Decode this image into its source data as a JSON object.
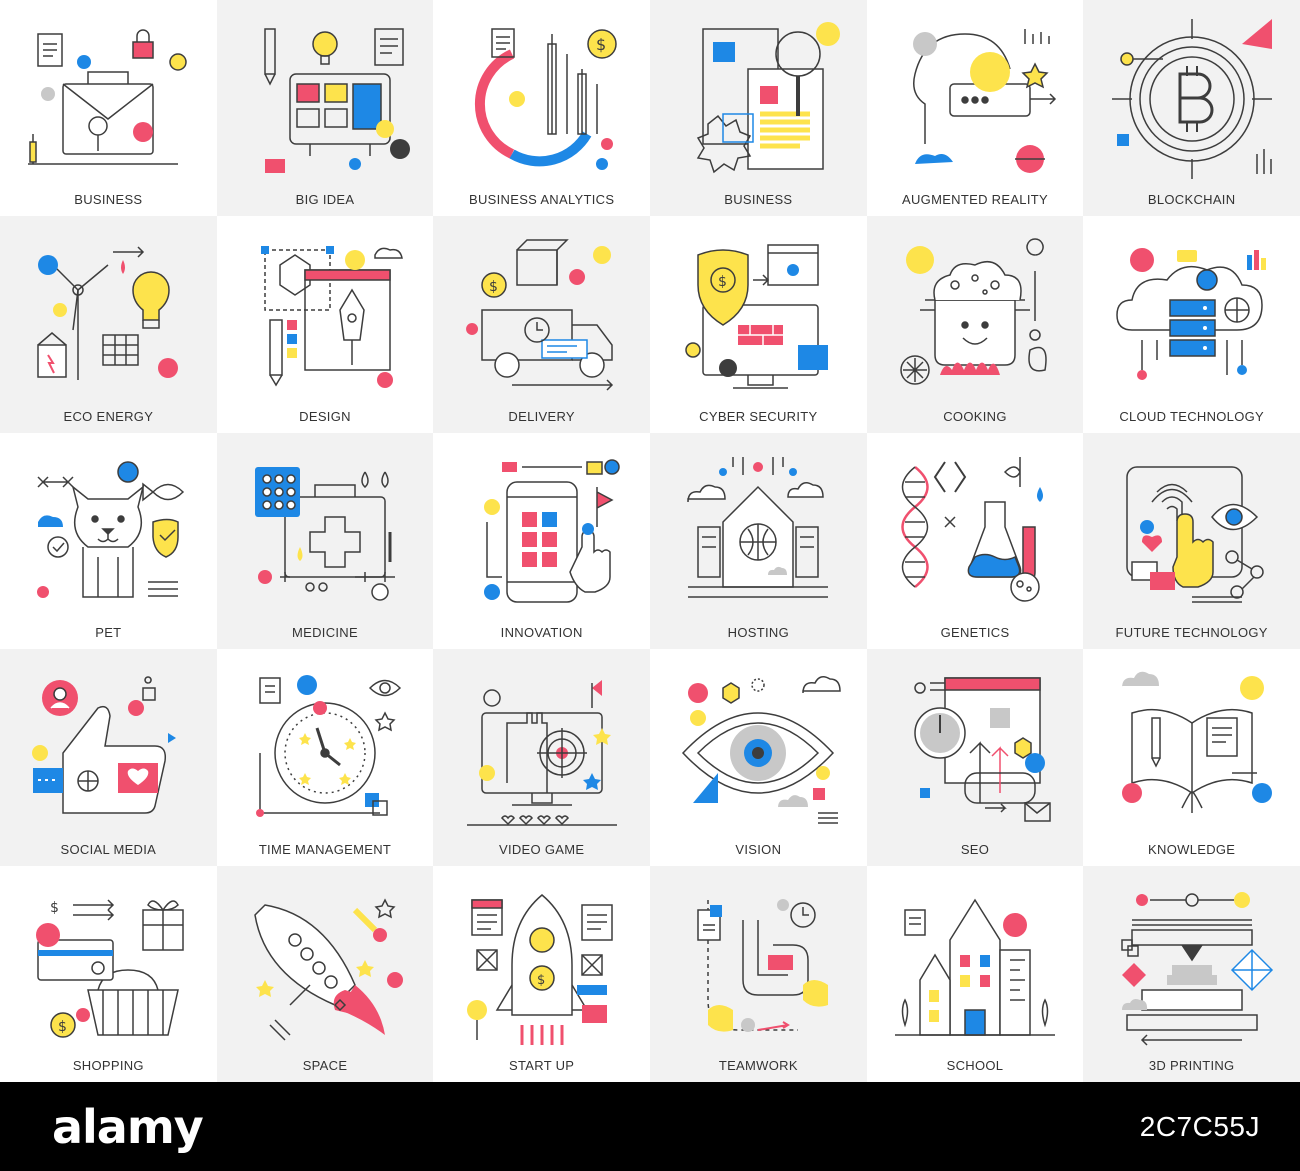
{
  "palette": {
    "stroke": "#3d3d3d",
    "red": "#f0506e",
    "blue": "#1e88e5",
    "yellow": "#fde34c",
    "grey": "#c8c8c8",
    "tile_light": "#ffffff",
    "tile_grey": "#f2f2f2",
    "footer_bg": "#000000"
  },
  "tiles": [
    {
      "label": "BUSINESS",
      "icon": "briefcase-icon"
    },
    {
      "label": "BIG IDEA",
      "icon": "lightbulb-icon"
    },
    {
      "label": "BUSINESS ANALYTICS",
      "icon": "chart-icon"
    },
    {
      "label": "BUSINESS",
      "icon": "magnifier-document-icon"
    },
    {
      "label": "AUGMENTED REALITY",
      "icon": "vr-headset-icon"
    },
    {
      "label": "BLOCKCHAIN",
      "icon": "bitcoin-icon"
    },
    {
      "label": "ECO ENERGY",
      "icon": "wind-turbine-icon"
    },
    {
      "label": "DESIGN",
      "icon": "pen-tool-icon"
    },
    {
      "label": "DELIVERY",
      "icon": "truck-icon"
    },
    {
      "label": "CYBER SECURITY",
      "icon": "shield-monitor-icon"
    },
    {
      "label": "COOKING",
      "icon": "cooking-pot-icon"
    },
    {
      "label": "CLOUD TECHNOLOGY",
      "icon": "cloud-server-icon"
    },
    {
      "label": "PET",
      "icon": "cat-icon"
    },
    {
      "label": "MEDICINE",
      "icon": "first-aid-kit-icon"
    },
    {
      "label": "INNOVATION",
      "icon": "smartphone-icon"
    },
    {
      "label": "HOSTING",
      "icon": "server-house-icon"
    },
    {
      "label": "GENETICS",
      "icon": "dna-icon"
    },
    {
      "label": "FUTURE TECHNOLOGY",
      "icon": "fingerprint-tablet-icon"
    },
    {
      "label": "SOCIAL MEDIA",
      "icon": "thumbs-up-icon"
    },
    {
      "label": "TIME MANAGEMENT",
      "icon": "clock-icon"
    },
    {
      "label": "VIDEO GAME",
      "icon": "game-monitor-icon"
    },
    {
      "label": "VISION",
      "icon": "eye-icon"
    },
    {
      "label": "SEO",
      "icon": "seo-gauge-icon"
    },
    {
      "label": "KNOWLEDGE",
      "icon": "open-book-icon"
    },
    {
      "label": "SHOPPING",
      "icon": "shopping-basket-icon"
    },
    {
      "label": "SPACE",
      "icon": "rocket-icon"
    },
    {
      "label": "START UP",
      "icon": "startup-rocket-icon"
    },
    {
      "label": "TEAMWORK",
      "icon": "hands-path-icon"
    },
    {
      "label": "SCHOOL",
      "icon": "school-building-icon"
    },
    {
      "label": "3D PRINTING",
      "icon": "3d-printer-icon"
    }
  ],
  "footer": {
    "logo": "alamy",
    "stock_id": "2C7C55J"
  }
}
